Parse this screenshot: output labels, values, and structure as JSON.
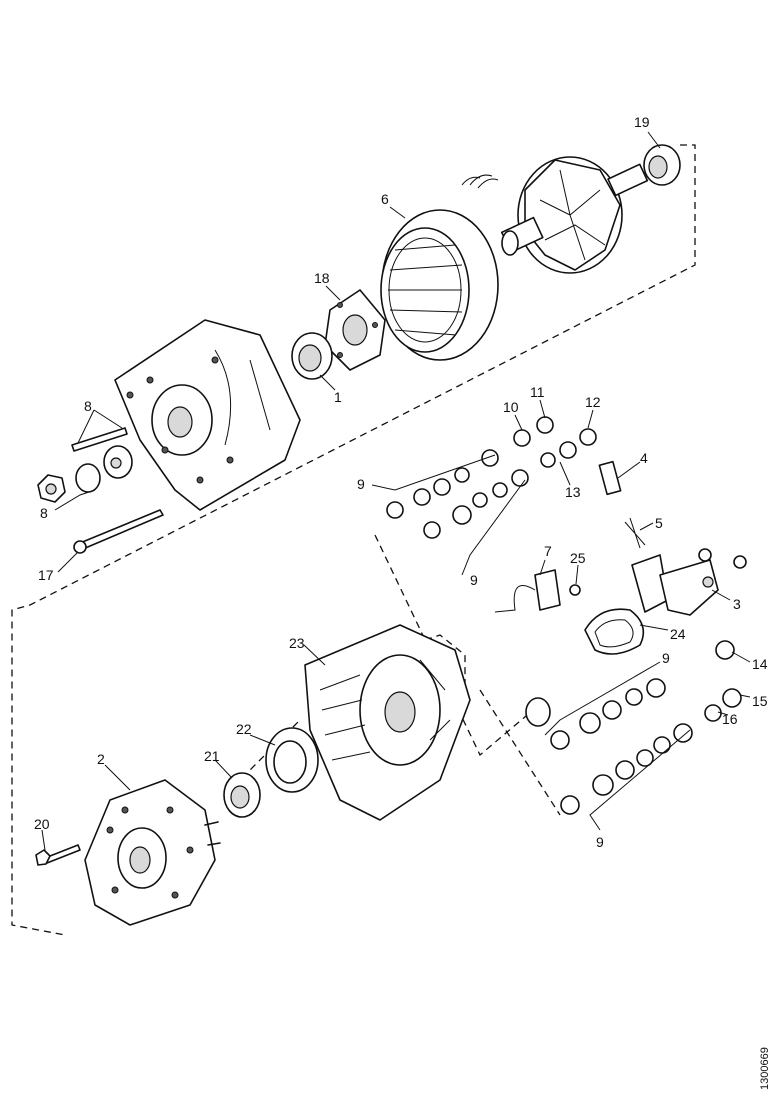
{
  "callouts": {
    "c1": "1",
    "c2": "2",
    "c3": "3",
    "c4": "4",
    "c5": "5",
    "c6": "6",
    "c7": "7",
    "c8a": "8",
    "c8b": "8",
    "c9a": "9",
    "c9b": "9",
    "c9c": "9",
    "c9d": "9",
    "c10": "10",
    "c11": "11",
    "c12": "12",
    "c13": "13",
    "c14": "14",
    "c15": "15",
    "c16": "16",
    "c17": "17",
    "c18": "18",
    "c19": "19",
    "c20": "20",
    "c21": "21",
    "c22": "22",
    "c23": "23",
    "c24": "24",
    "c25": "25"
  },
  "reference_number": "1300669"
}
